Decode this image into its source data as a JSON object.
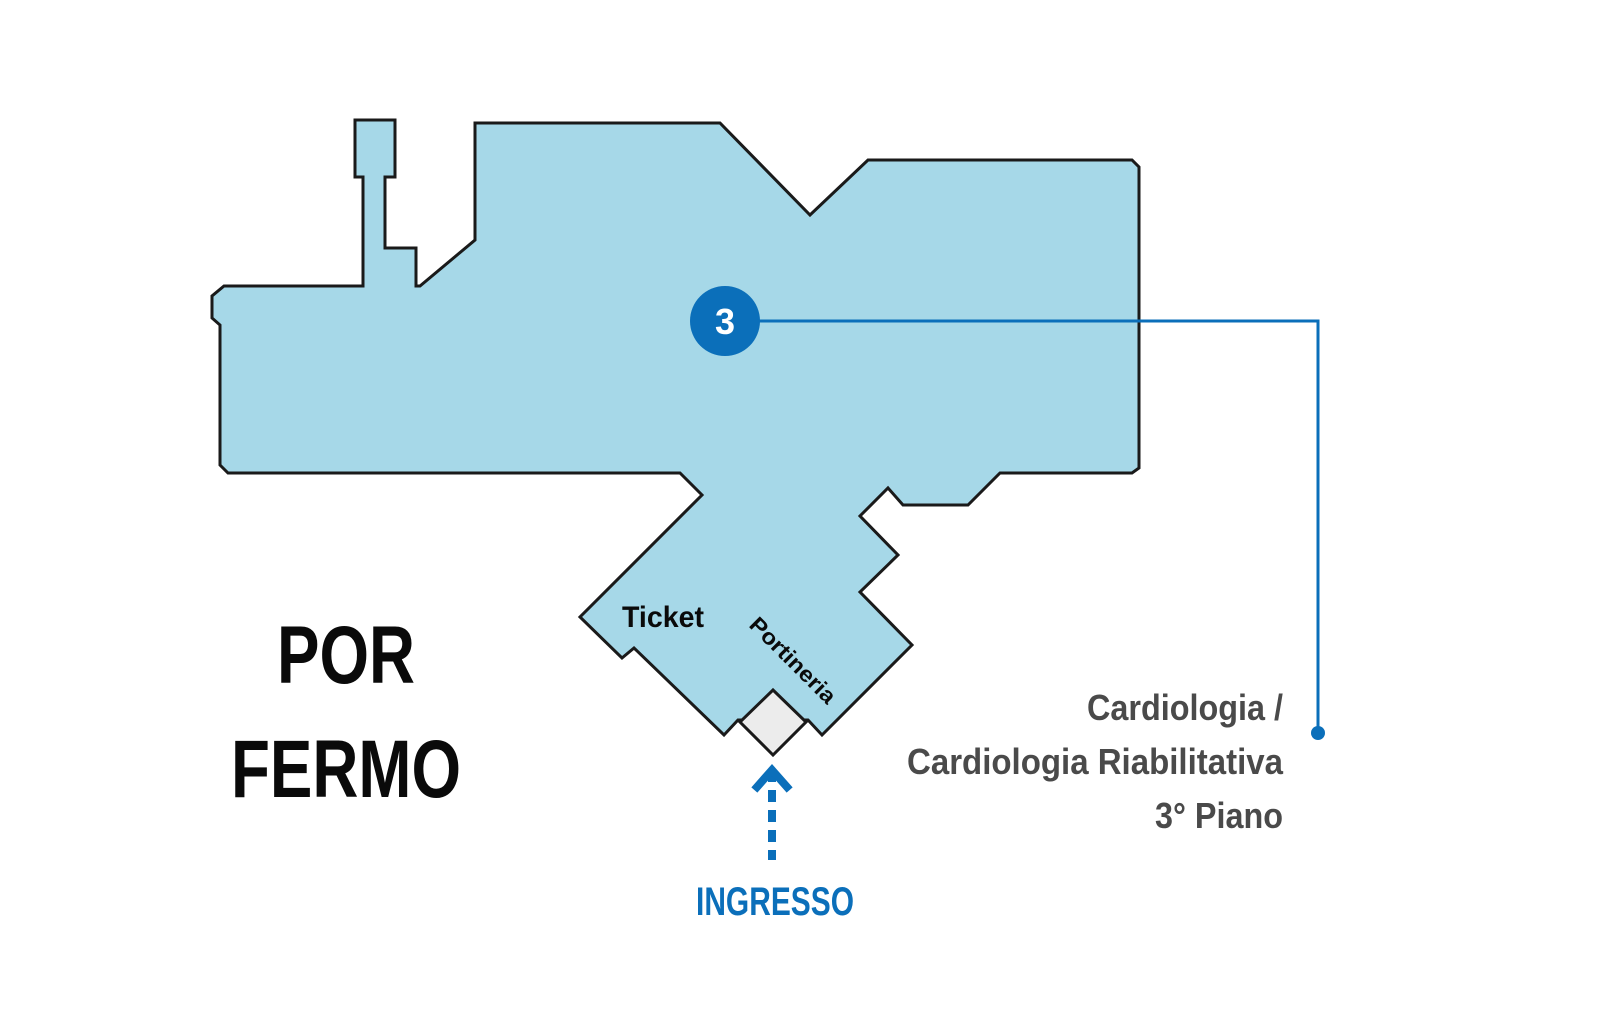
{
  "colors": {
    "floor_fill": "#a6d8e8",
    "outline": "#1a1a1a",
    "accent": "#0b6fba",
    "text_dark": "#0a0a0a",
    "text_grey": "#4a4a4a",
    "entrance_fill": "#ececec"
  },
  "map": {
    "location_name_line1": "POR",
    "location_name_line2": "FERMO",
    "marker_number": "3",
    "rooms": {
      "ticket": "Ticket",
      "portineria": "Portineria"
    },
    "entrance_label": "INGRESSO",
    "destination": {
      "line1": "Cardiologia /",
      "line2": "Cardiologia Riabilitativa",
      "line3": "3° Piano"
    }
  }
}
